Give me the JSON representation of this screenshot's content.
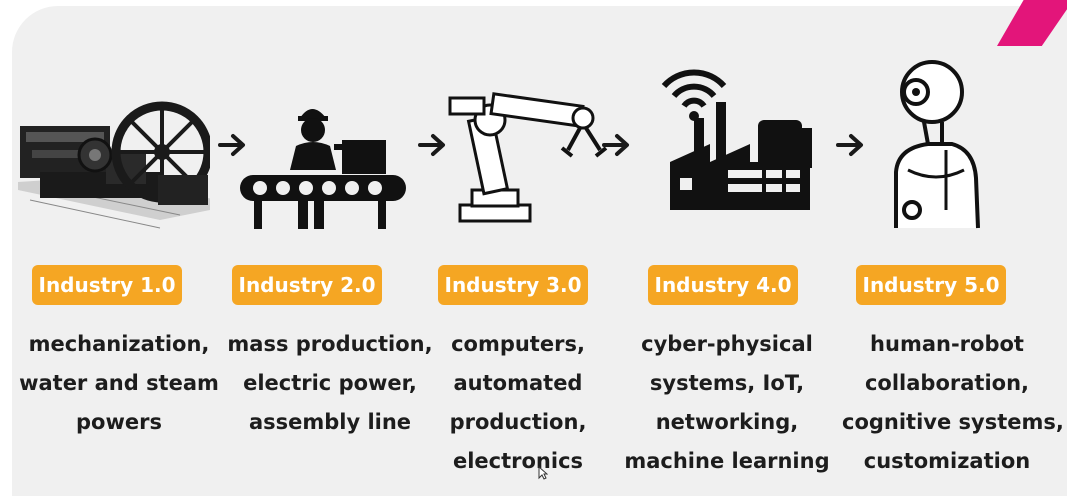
{
  "stages": [
    {
      "label": "Industry 1.0",
      "desc": [
        "mechanization,",
        "water and steam",
        "powers"
      ],
      "icon": "steam-engine-icon"
    },
    {
      "label": "Industry 2.0",
      "desc": [
        "mass production,",
        "electric power,",
        "assembly line"
      ],
      "icon": "assembly-line-icon"
    },
    {
      "label": "Industry 3.0",
      "desc": [
        "computers,",
        "automated",
        "production,",
        "electronics"
      ],
      "icon": "robot-arm-icon"
    },
    {
      "label": "Industry 4.0",
      "desc": [
        "cyber-physical",
        "systems, IoT,",
        "networking,",
        "machine learning"
      ],
      "icon": "smart-factory-icon"
    },
    {
      "label": "Industry 5.0",
      "desc": [
        "human-robot",
        "collaboration,",
        "cognitive systems,",
        "customization"
      ],
      "icon": "humanoid-robot-icon"
    }
  ],
  "colors": {
    "pill": "#f5a623",
    "accent": "#e3157a",
    "background": "#f0f0f0",
    "text": "#1d1d1d"
  }
}
